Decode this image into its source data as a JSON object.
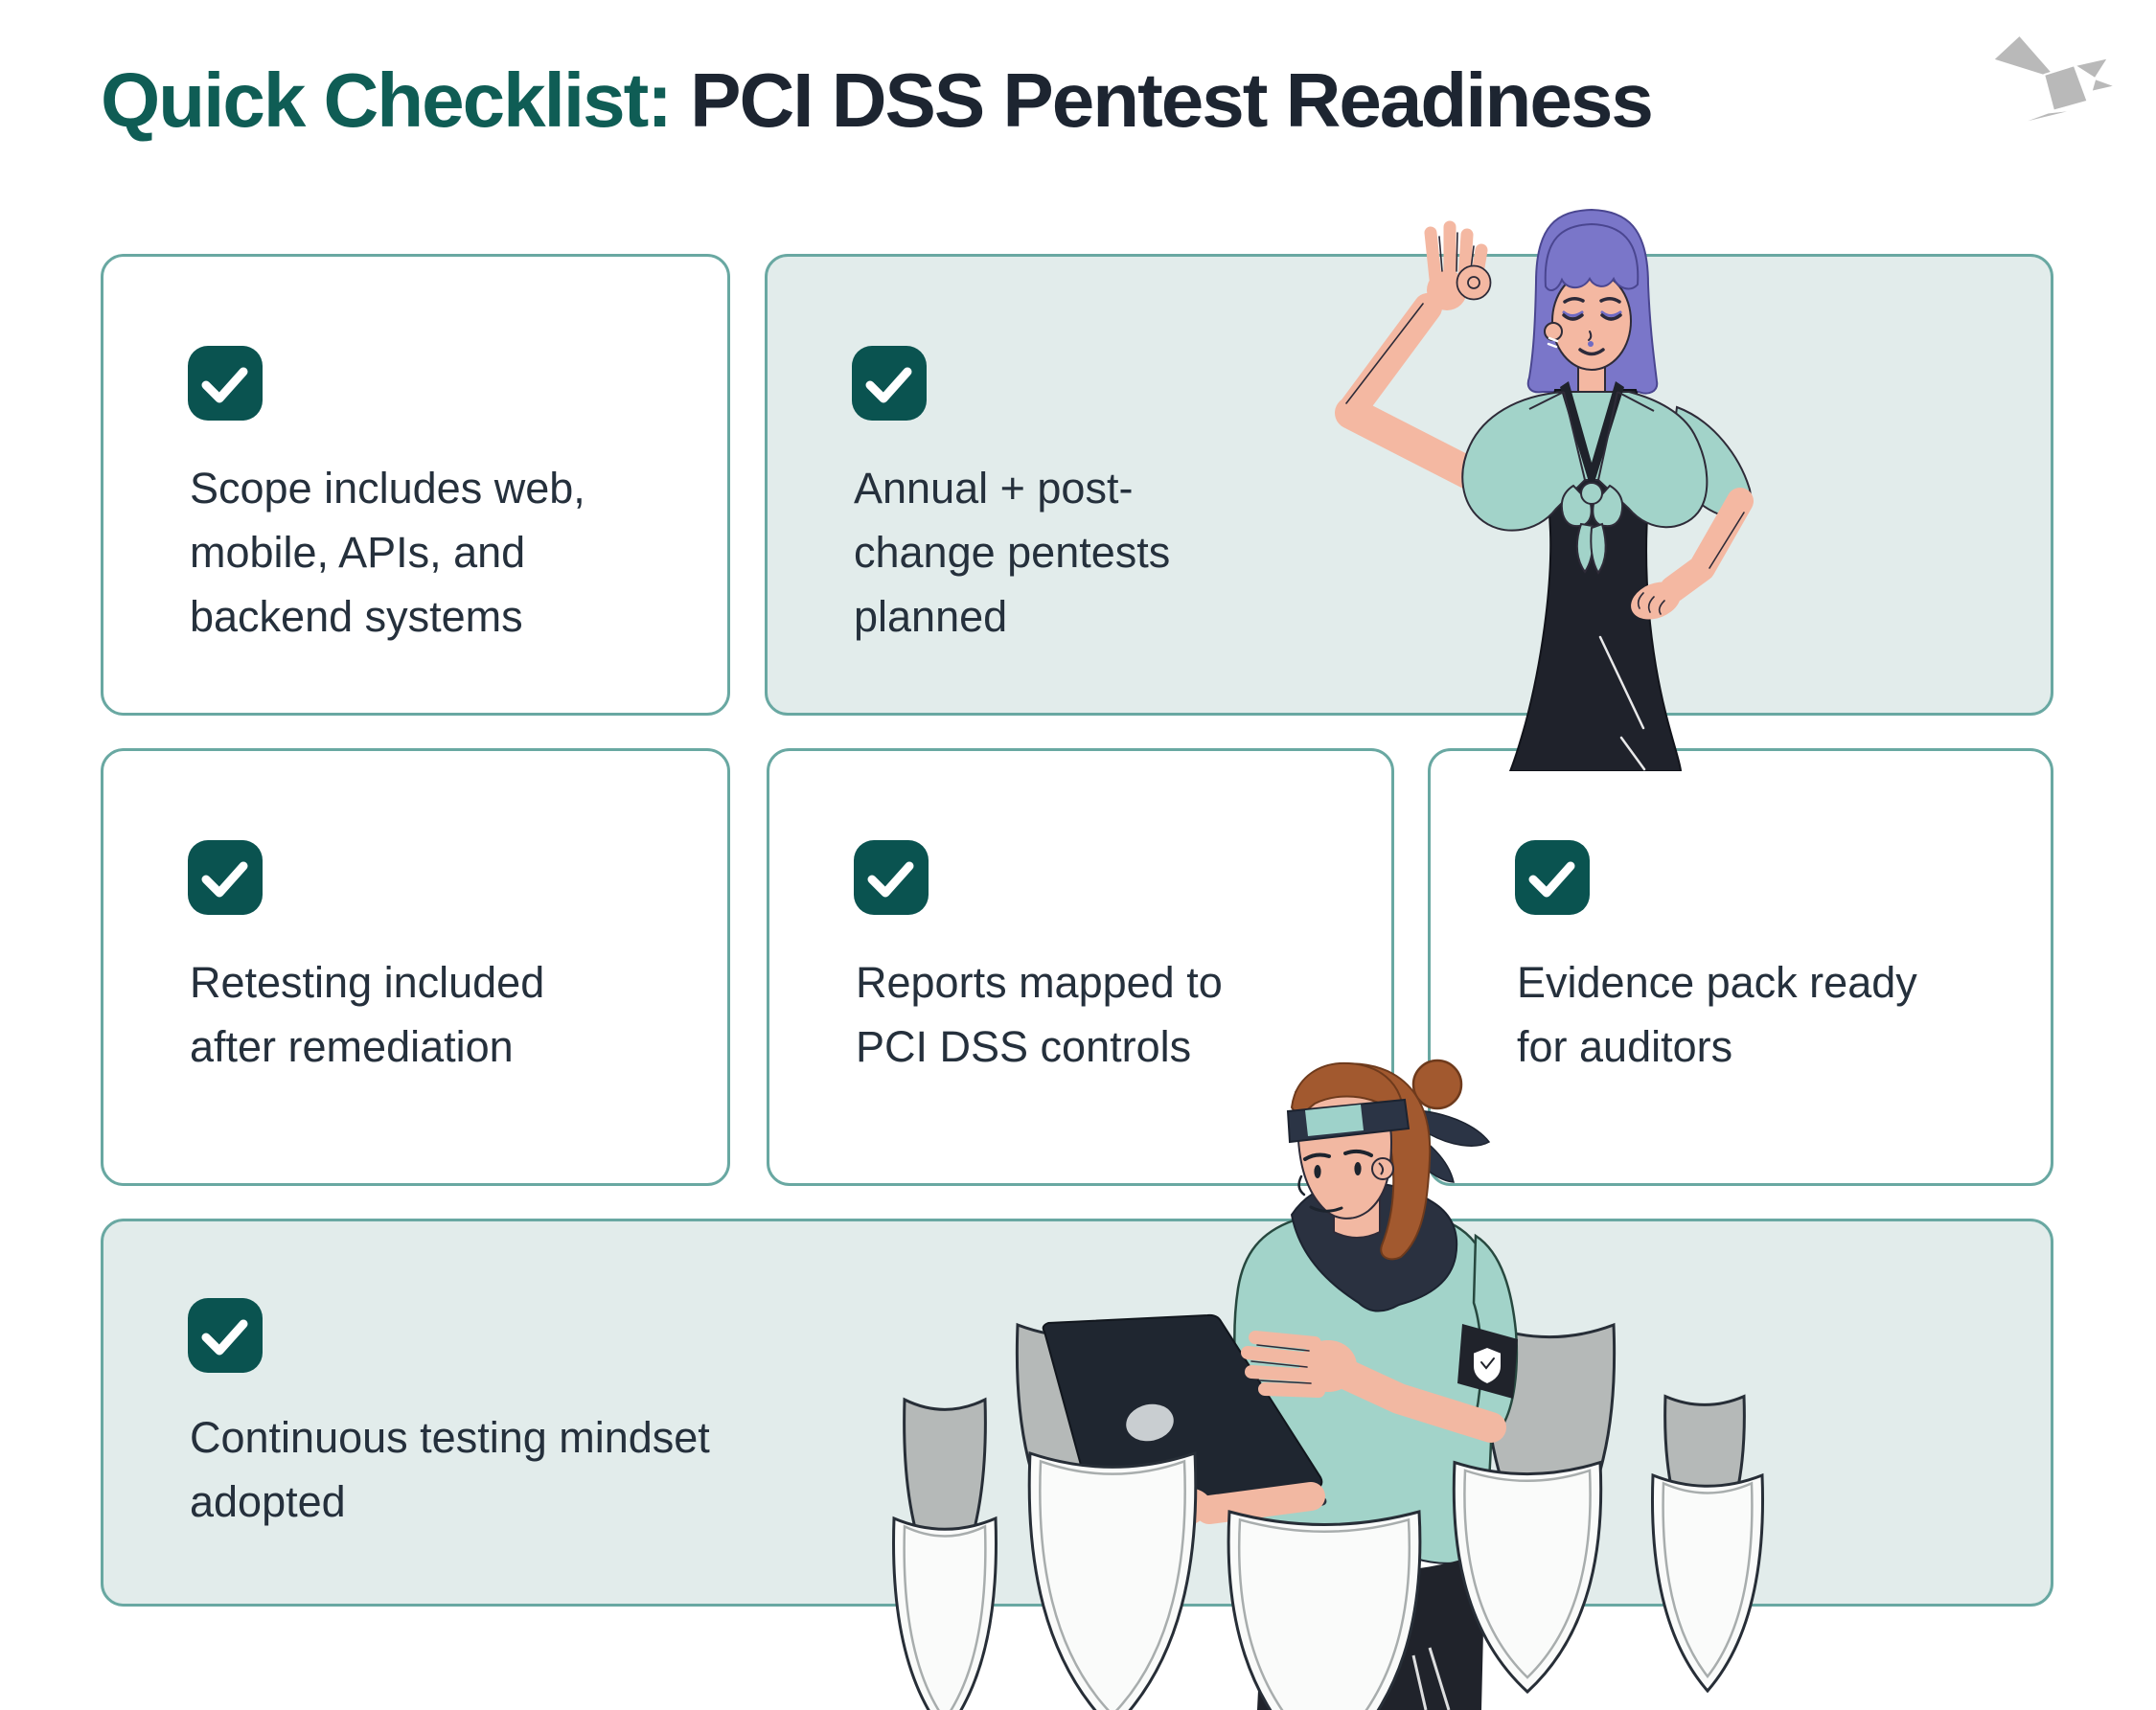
{
  "title": {
    "highlight": "Quick Checklist:",
    "rest": " PCI DSS Pentest Readiness"
  },
  "brand": {
    "logo_icon": "origami-bird"
  },
  "colors": {
    "title_teal": "#0f5d55",
    "title_dark": "#1d2531",
    "card_border_teal": "#69a8a2",
    "card_tint": "#e2eceb",
    "checkbox_teal": "#0a5350",
    "body_text": "#25303c",
    "logo_gray": "#b9b9b9",
    "illustration_mint": "#a2d3c9",
    "illustration_skin": "#f4b8a2",
    "illustration_purple_hair": "#7a76c9",
    "illustration_brown_hair": "#a2592f",
    "illustration_navy": "#2b3445"
  },
  "checklist": [
    {
      "label": "Scope includes web,\nmobile, APIs, and\nbackend systems",
      "checked": true,
      "variant": "plain"
    },
    {
      "label": "Annual + post-\nchange pentests\nplanned",
      "checked": true,
      "variant": "tinted",
      "illustration": "woman-ok-gesture"
    },
    {
      "label": "Retesting included\nafter remediation",
      "checked": true,
      "variant": "plain"
    },
    {
      "label": "Reports mapped to\nPCI DSS controls",
      "checked": true,
      "variant": "plain"
    },
    {
      "label": "Evidence pack ready\nfor auditors",
      "checked": true,
      "variant": "plain"
    },
    {
      "label": "Continuous testing mindset\nadopted",
      "checked": true,
      "variant": "tinted",
      "illustration": "pentester-with-shields-and-laptop"
    }
  ]
}
